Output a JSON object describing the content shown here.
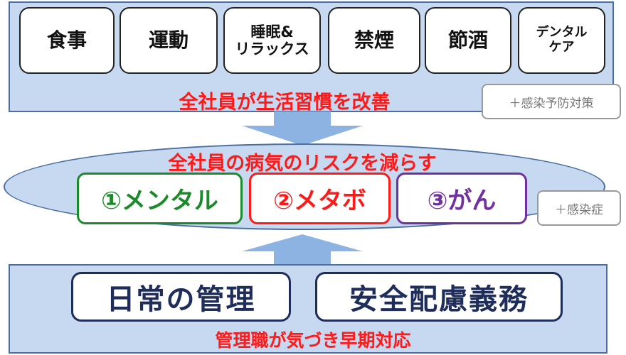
{
  "top": {
    "habits": [
      "食事",
      "運動",
      "睡眠&\nリラックス",
      "禁煙",
      "節酒",
      "デンタル\nケア"
    ],
    "caption": "全社員が生活習慣を改善",
    "badge": "＋感染予防対策"
  },
  "middle": {
    "caption": "全社員の病気のリスクを減らす",
    "risks": [
      {
        "label": "①メンタル",
        "color": "#1a8a2a"
      },
      {
        "label": "②メタボ",
        "color": "#ff1a1a"
      },
      {
        "label": "③がん",
        "color": "#7030a0"
      }
    ],
    "badge": "＋感染症"
  },
  "bottom": {
    "items": [
      "日常の管理",
      "安全配慮義務"
    ],
    "caption": "管理職が気づき早期対応"
  }
}
